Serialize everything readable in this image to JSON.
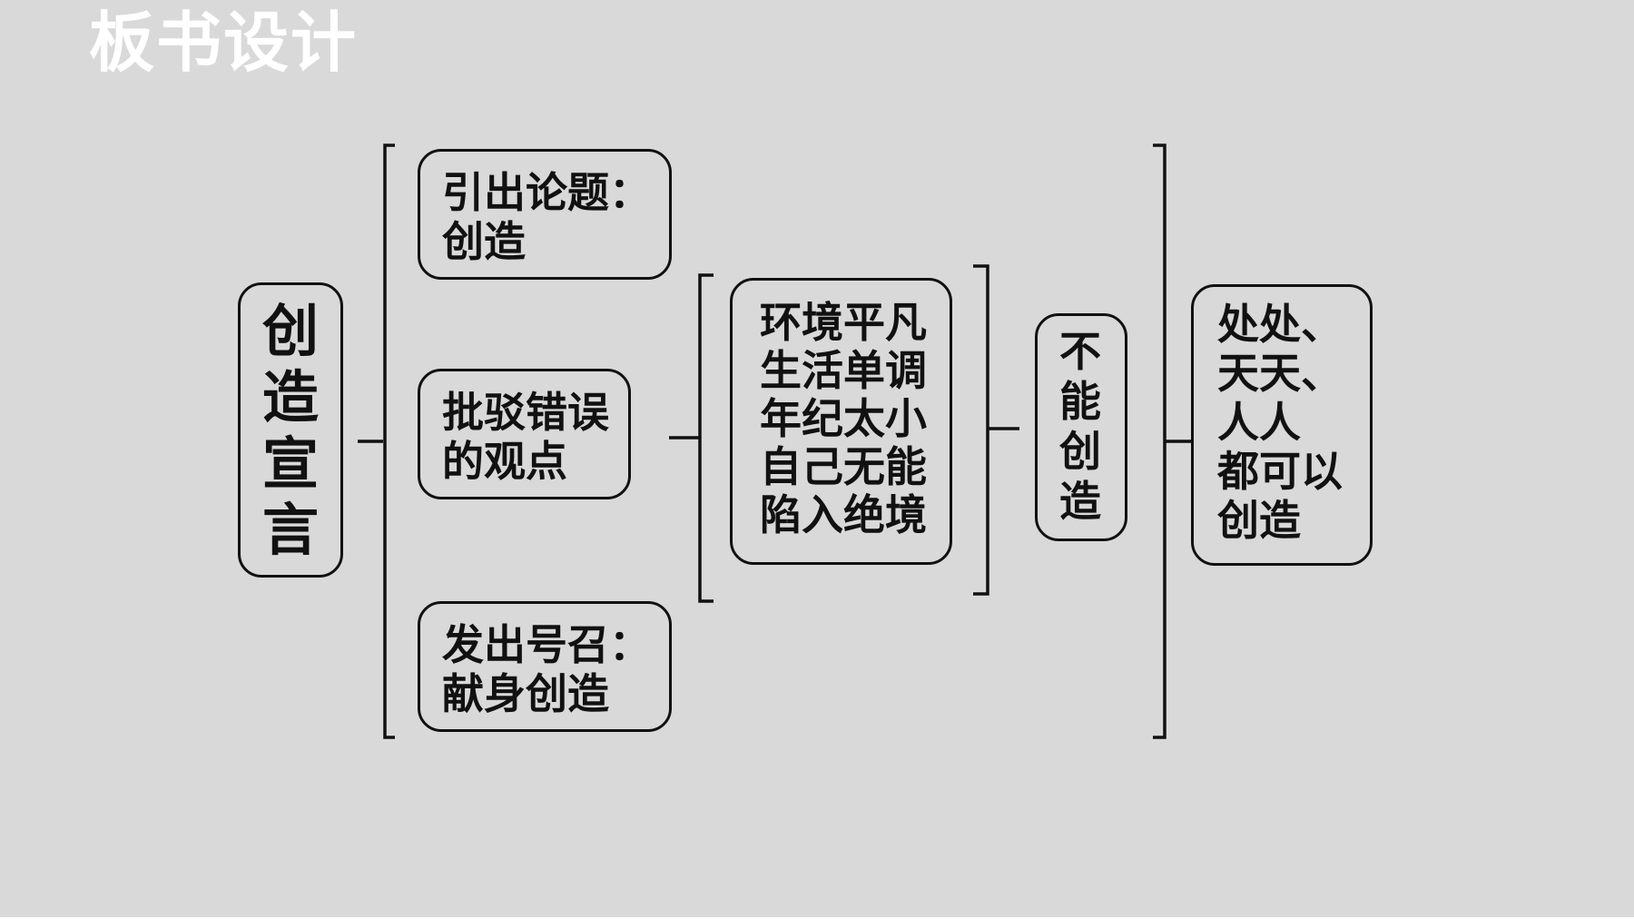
{
  "slide": {
    "title": "板书设计",
    "background": "#d9d9d9",
    "title_color": "#ffffff",
    "ink_color": "#111111"
  },
  "nodes": {
    "main": "创\n造\n宣\n言",
    "topic": "引出论题：\n创造",
    "refute": "批驳错误\n的观点",
    "call": "发出号召：\n献身创造",
    "reasons": "环境平凡\n生活单调\n年纪太小\n自己无能\n陷入绝境",
    "cannot": "不\n能\n创\n造",
    "conclusion": "处处、\n天天、\n人人\n都可以\n创造"
  }
}
